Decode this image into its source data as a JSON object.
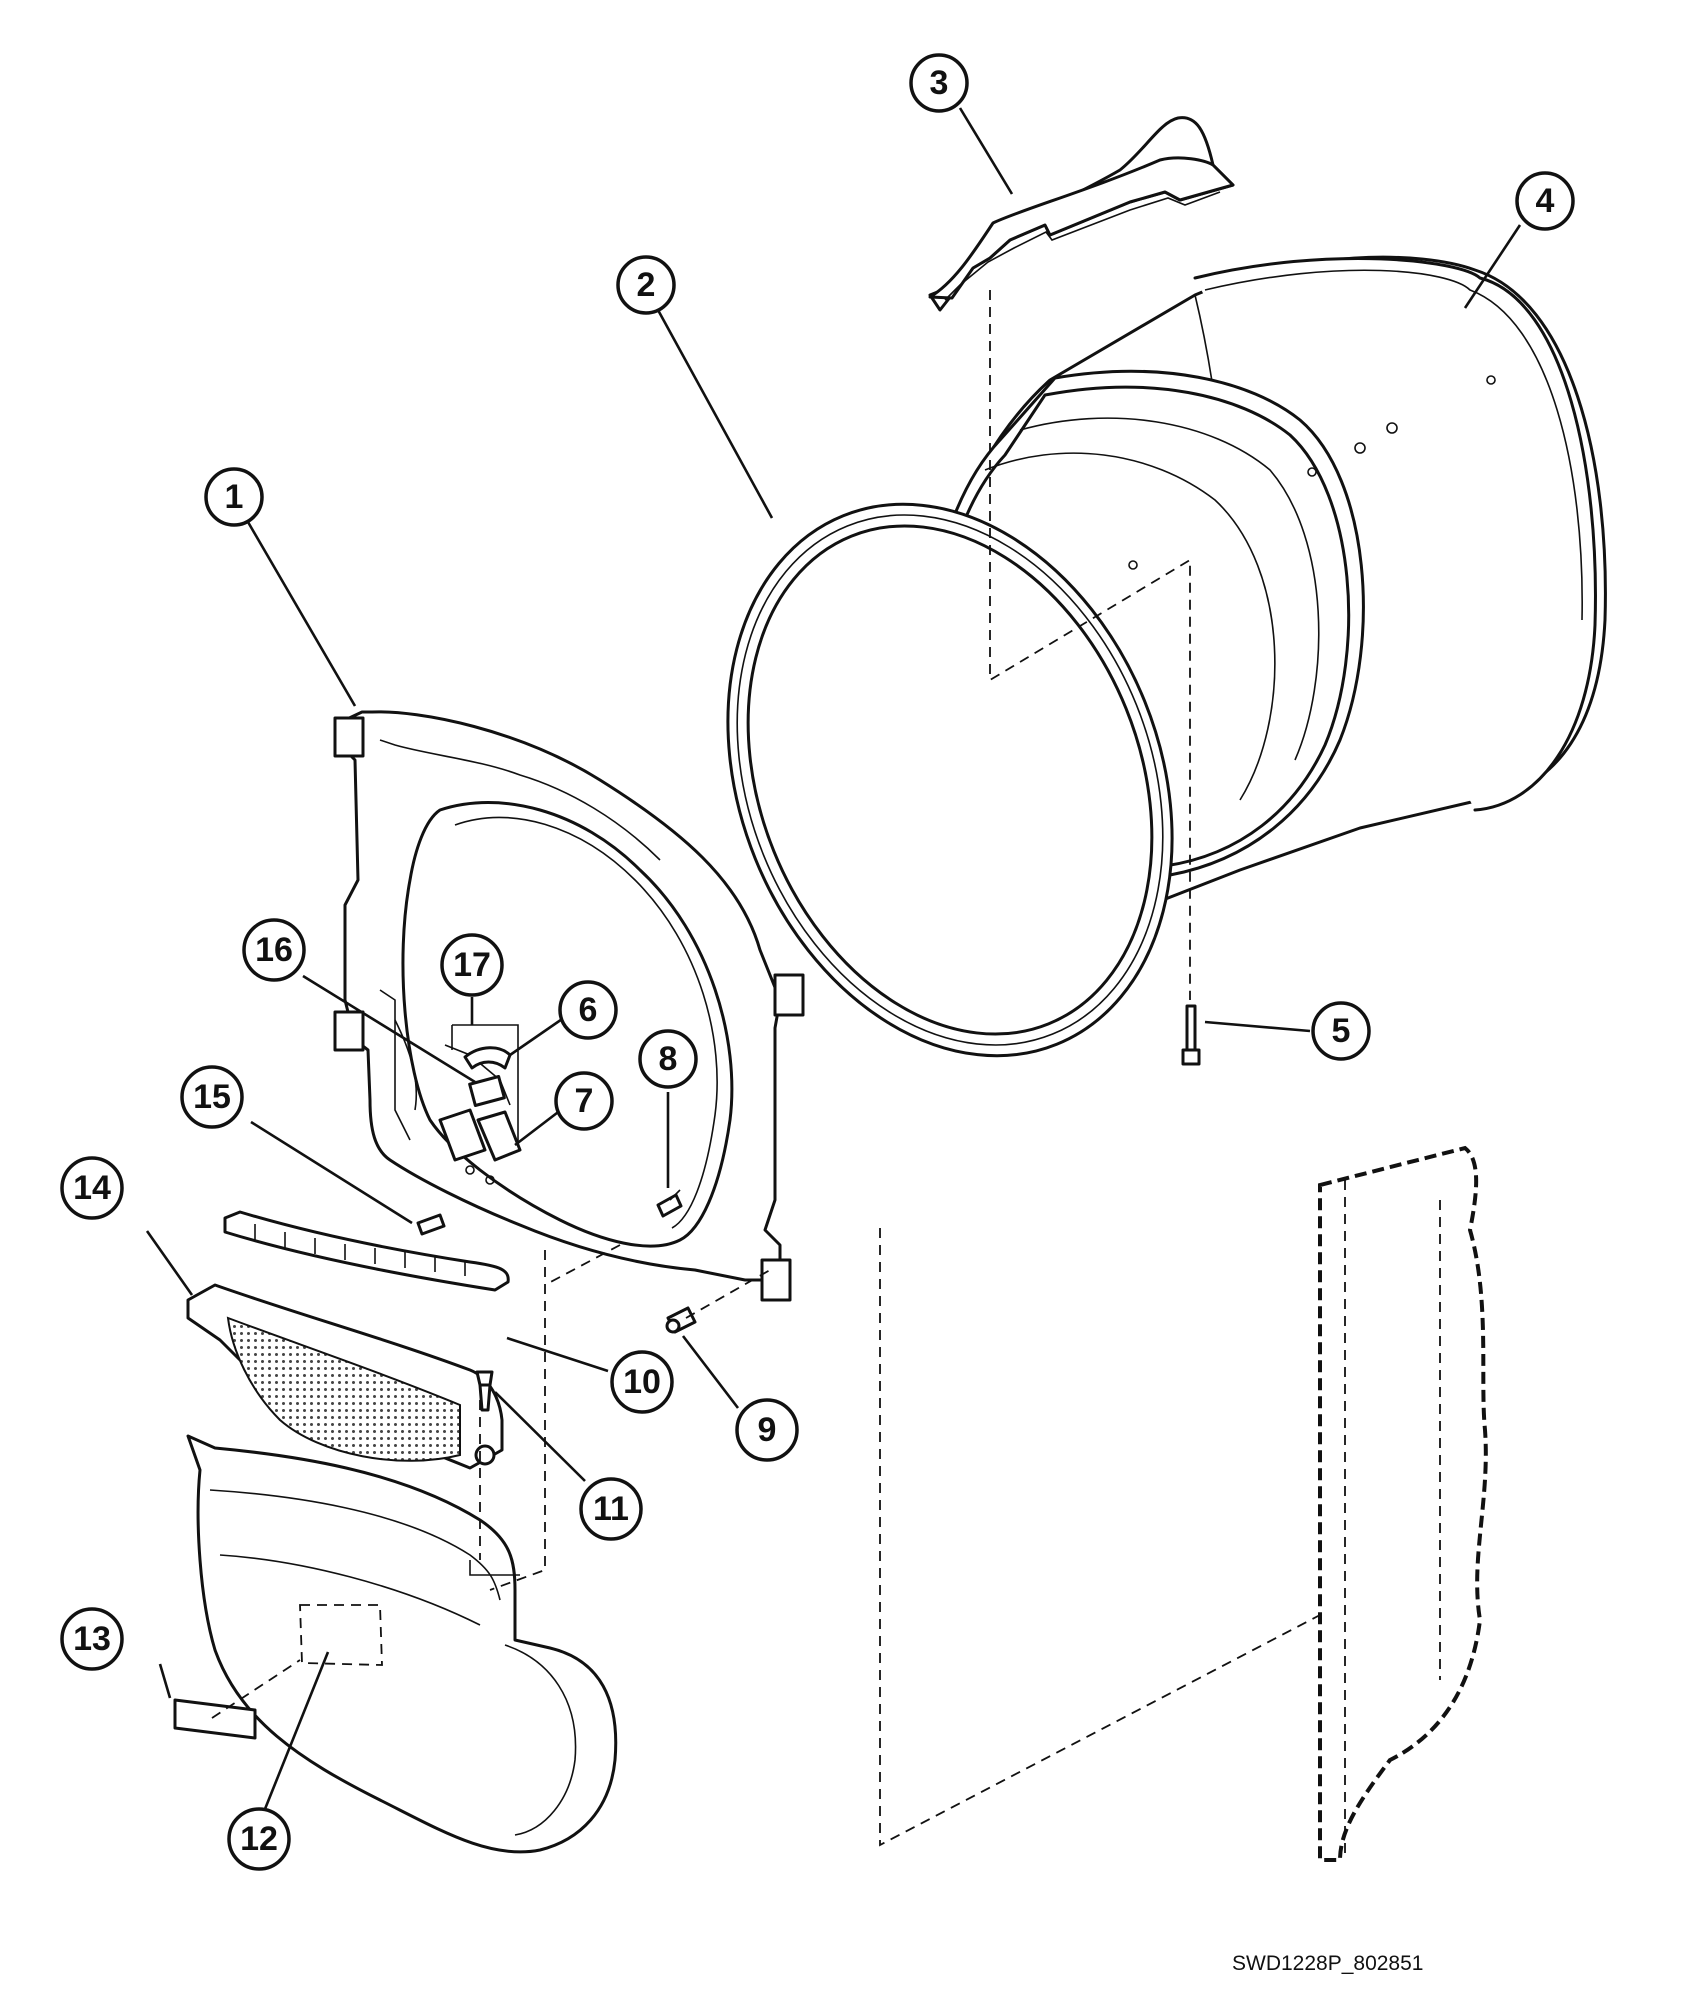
{
  "drawing_code": "SWD1228P_802851",
  "callouts": [
    {
      "id": "1",
      "label": "1"
    },
    {
      "id": "2",
      "label": "2"
    },
    {
      "id": "3",
      "label": "3"
    },
    {
      "id": "4",
      "label": "4"
    },
    {
      "id": "5",
      "label": "5"
    },
    {
      "id": "6",
      "label": "6"
    },
    {
      "id": "7",
      "label": "7"
    },
    {
      "id": "8",
      "label": "8"
    },
    {
      "id": "9",
      "label": "9"
    },
    {
      "id": "10",
      "label": "10"
    },
    {
      "id": "11",
      "label": "11"
    },
    {
      "id": "12",
      "label": "12"
    },
    {
      "id": "13",
      "label": "13"
    },
    {
      "id": "14",
      "label": "14"
    },
    {
      "id": "15",
      "label": "15"
    },
    {
      "id": "16",
      "label": "16"
    },
    {
      "id": "17",
      "label": "17"
    }
  ]
}
